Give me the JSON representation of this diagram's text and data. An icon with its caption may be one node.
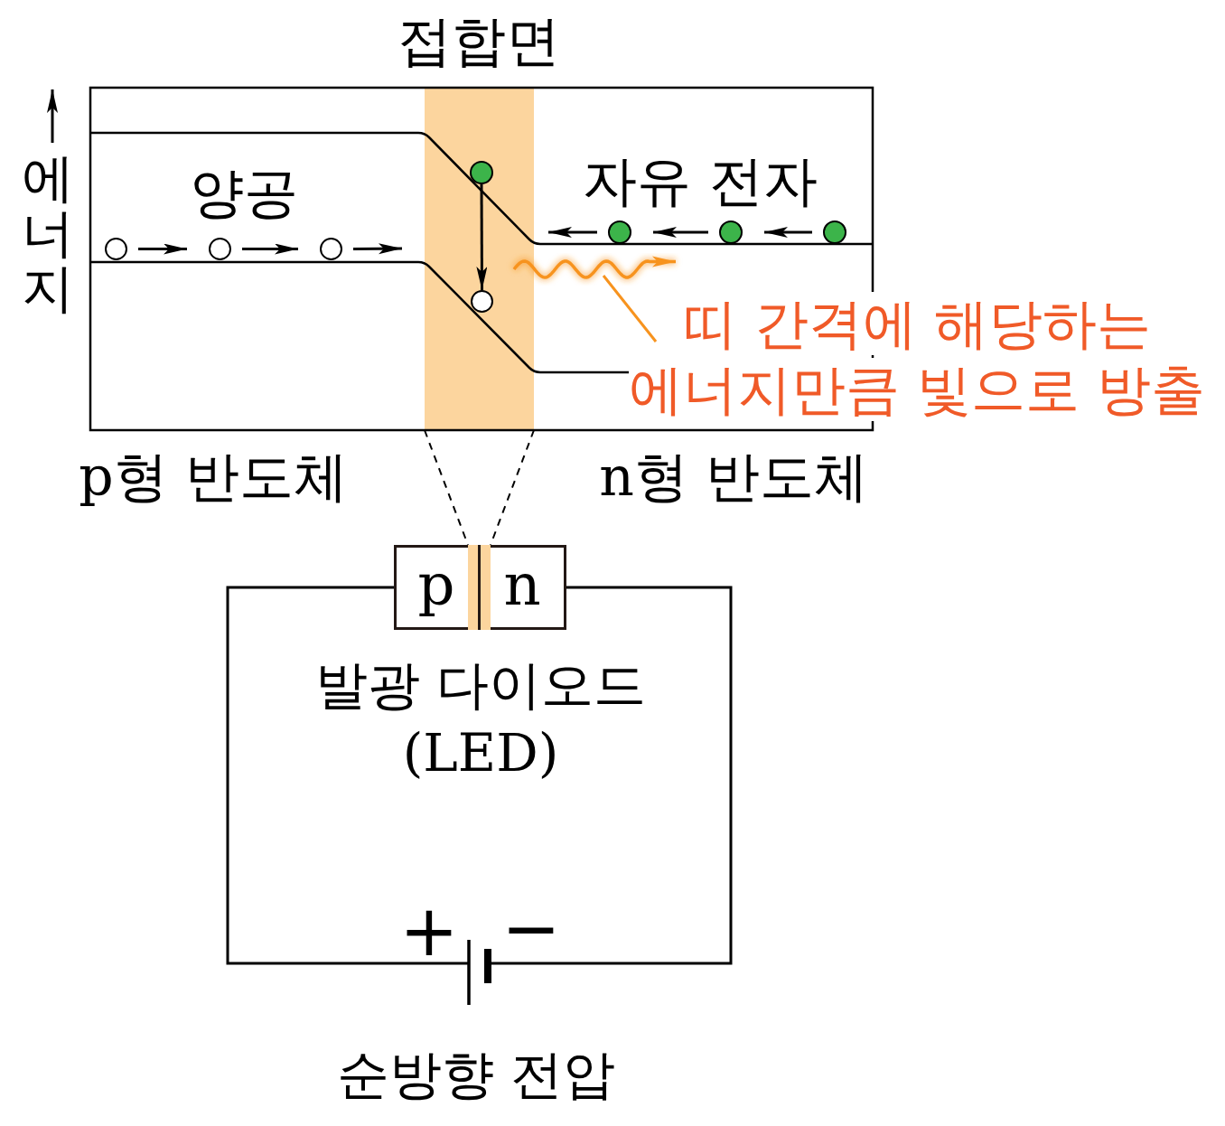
{
  "diagram": {
    "nodes": [
      {
        "text": [
          "접합면"
        ]
      },
      {
        "text": [],
        "shape": "circle"
      },
      {
        "text": [],
        "shape": "circle"
      },
      {
        "text": [],
        "shape": "circle"
      },
      {
        "text": [],
        "shape": "circle",
        "in": 0
      },
      {
        "text": [],
        "shape": "circle",
        "in": 0
      },
      {
        "text": [],
        "shape": "circle"
      },
      {
        "text": [],
        "shape": "circle"
      },
      {
        "text": [],
        "shape": "circle"
      },
      {
        "text": [],
        "shape": "wave"
      },
      {
        "text": [
          "띠 간격에 해당하는 에너지만큼 빛으로 방출"
        ]
      },
      {
        "text": [
          "p",
          "n"
        ],
        "beside": [
          "발광 다이오드 (LED)"
        ]
      },
      {
        "text": [],
        "shape": "bar",
        "in": 11
      },
      {
        "text": [],
        "shape": "battery",
        "beside": [
          "순방향 전압"
        ]
      }
    ],
    "edges": [
      {
        "from": 0,
        "to": 12,
        "arrow": "none",
        "style": "dashed"
      },
      {
        "from": 0,
        "to": 12,
        "arrow": "none",
        "style": "dashed"
      },
      {
        "from": 1,
        "to": 2,
        "arrow": "to"
      },
      {
        "from": 2,
        "to": 3,
        "arrow": "to"
      },
      {
        "from": 3,
        "to": 0,
        "arrow": "to"
      },
      {
        "from": 8,
        "to": 7,
        "arrow": "to"
      },
      {
        "from": 7,
        "to": 6,
        "arrow": "to"
      },
      {
        "from": 6,
        "to": 0,
        "arrow": "to"
      },
      {
        "from": 4,
        "to": 5,
        "arrow": "to"
      },
      {
        "from": 10,
        "to": 9,
        "arrow": "none",
        "color": "#f7931e"
      },
      {
        "from": 11,
        "to": 13,
        "arrow": "none"
      },
      {
        "from": 11,
        "to": 13,
        "arrow": "none"
      }
    ],
    "labels": [
      "에너지",
      "양공",
      "자유 전자",
      "p형 반도체",
      "n형 반도체",
      "+",
      "−"
    ]
  }
}
